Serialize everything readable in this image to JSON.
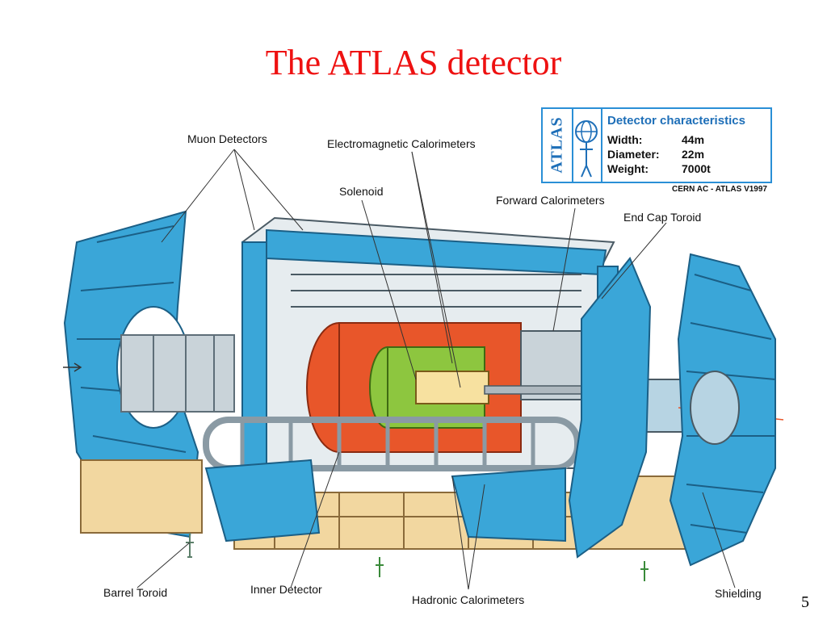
{
  "title": "The ATLAS detector",
  "page_number": "5",
  "labels": {
    "muon_detectors": "Muon Detectors",
    "em_calorimeters": "Electromagnetic Calorimeters",
    "solenoid": "Solenoid",
    "forward_calorimeters": "Forward Calorimeters",
    "end_cap_toroid": "End Cap Toroid",
    "barrel_toroid": "Barrel Toroid",
    "inner_detector": "Inner Detector",
    "hadronic_calorimeters": "Hadronic Calorimeters",
    "shielding": "Shielding"
  },
  "info_box": {
    "logo_text": "ATLAS",
    "heading": "Detector characteristics",
    "specs": [
      {
        "label": "Width:",
        "value": "44m"
      },
      {
        "label": "Diameter:",
        "value": "22m"
      },
      {
        "label": "Weight:",
        "value": "7000t"
      }
    ],
    "credit": "CERN AC - ATLAS V1997"
  },
  "colors": {
    "title": "#ee1111",
    "muon_blue": "#3aa6d8",
    "calorimeter_orange": "#e8562a",
    "calorimeter_green": "#8dc63f",
    "support_tan": "#f2d7a0",
    "shielding_gray": "#c9d3d9"
  }
}
